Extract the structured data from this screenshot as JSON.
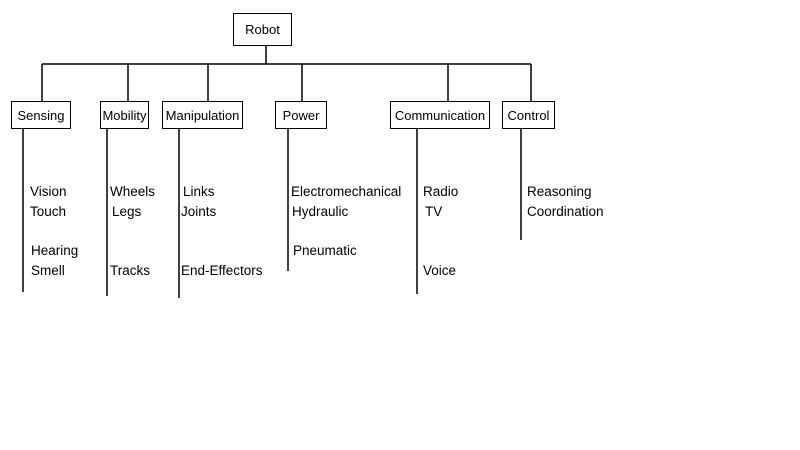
{
  "root": {
    "label": "Robot"
  },
  "categories": [
    {
      "label": "Sensing",
      "items": [
        "Vision",
        "Touch",
        "Hearing",
        "Smell"
      ]
    },
    {
      "label": "Mobility",
      "items": [
        "Wheels",
        "Legs",
        "Tracks"
      ]
    },
    {
      "label": "Manipulation",
      "items": [
        "Links",
        "Joints",
        "End-Effectors"
      ]
    },
    {
      "label": "Power",
      "items": [
        "Electromechanical",
        "Hydraulic",
        "Pneumatic"
      ]
    },
    {
      "label": "Communication",
      "items": [
        "Radio",
        "TV",
        "Voice"
      ]
    },
    {
      "label": "Control",
      "items": [
        "Reasoning",
        "Coordination"
      ]
    }
  ]
}
